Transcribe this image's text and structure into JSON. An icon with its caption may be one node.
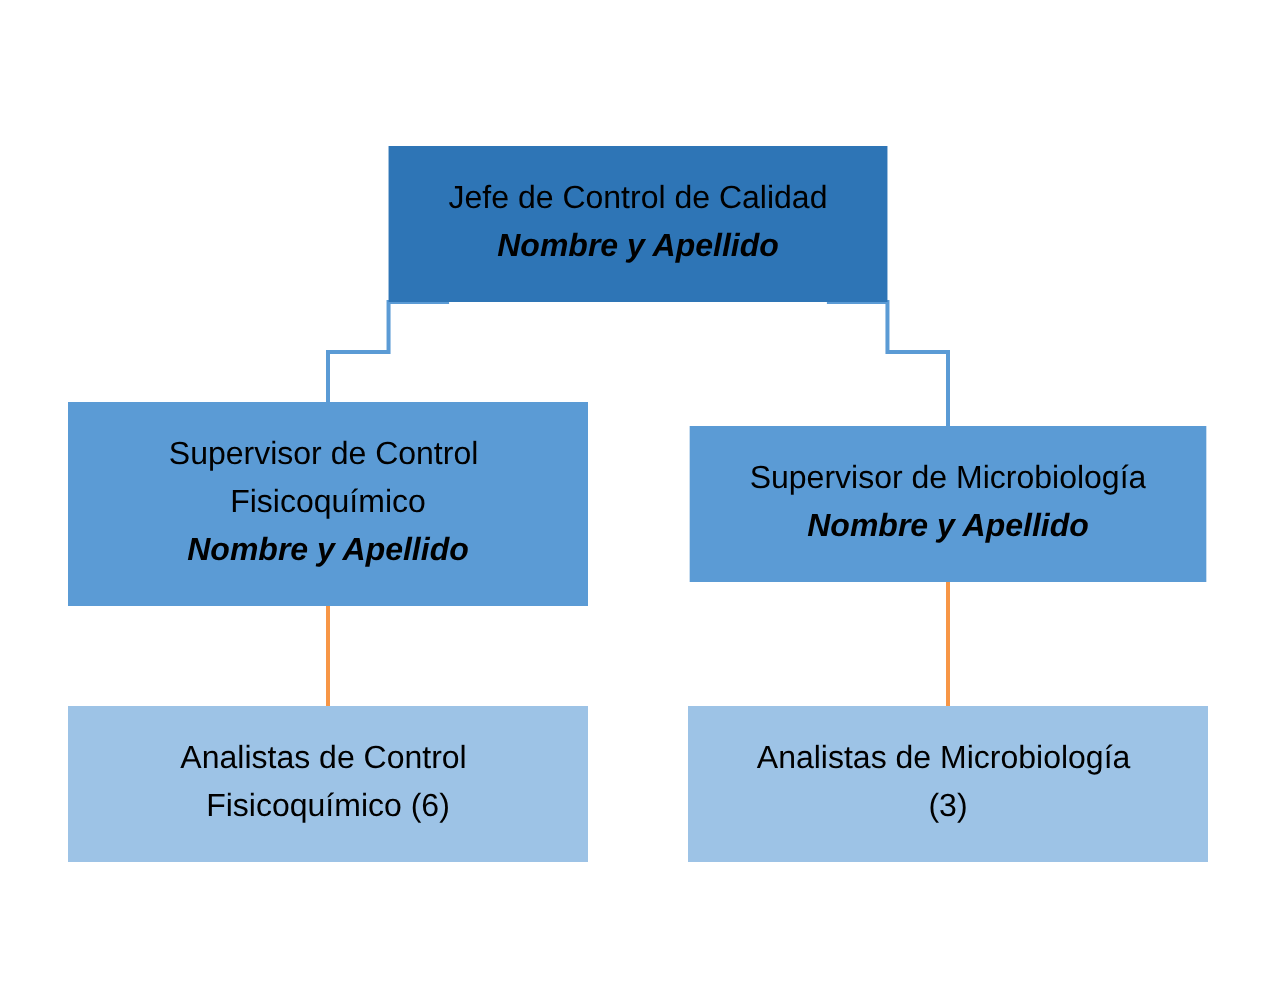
{
  "diagram": {
    "nodes": [
      {
        "text": [
          "Jefe de Control de Calidad",
          "Nombre y Apellido"
        ]
      },
      {
        "text": [
          "Supervisor de Control Fisicoquímico",
          "Nombre y Apellido"
        ]
      },
      {
        "text": [
          "Supervisor de Microbiología",
          "Nombre y Apellido"
        ]
      },
      {
        "text": [
          "Analistas de Control Fisicoquímico (6)"
        ]
      },
      {
        "text": [
          "Analistas de Microbiología (3)"
        ]
      }
    ],
    "edges": [
      {
        "from": 0,
        "to": 1,
        "arrow": "none",
        "color": "#5b9bd5"
      },
      {
        "from": 0,
        "to": 2,
        "arrow": "none",
        "color": "#5b9bd5"
      },
      {
        "from": 1,
        "to": 3,
        "arrow": "none",
        "color": "#f79646"
      },
      {
        "from": 2,
        "to": 4,
        "arrow": "none",
        "color": "#f79646"
      }
    ]
  }
}
